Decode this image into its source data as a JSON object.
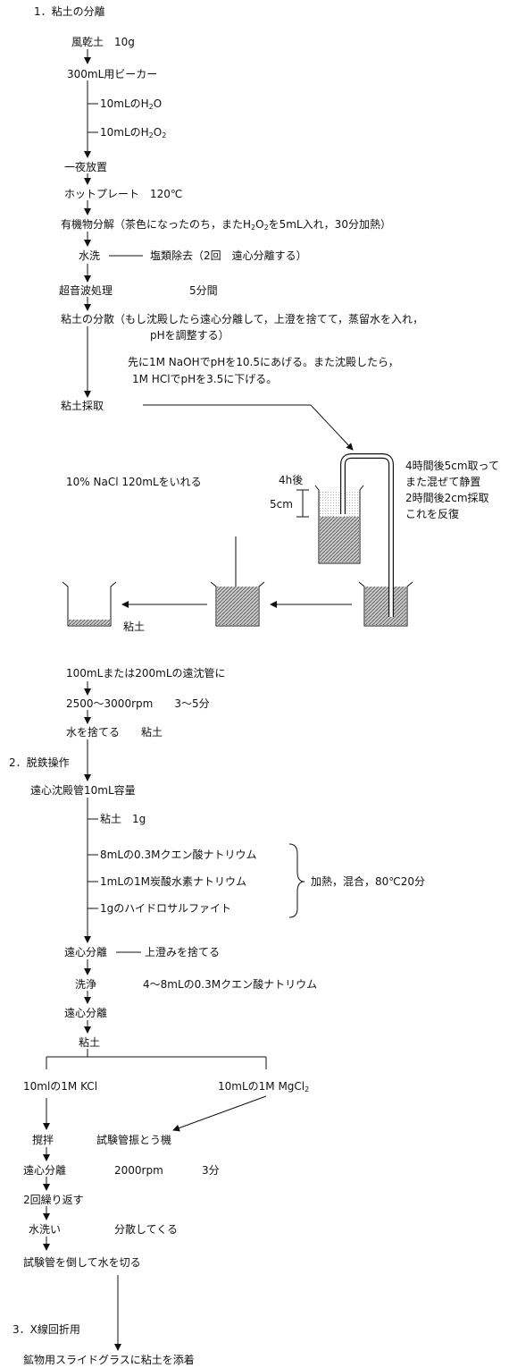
{
  "sections": {
    "s1": "1．粘土の分離",
    "s2": "2．脱鉄操作",
    "s3": "3．X線回折用"
  },
  "step1": {
    "sample": "風乾土　10g",
    "beaker": "300mL用ビーカー",
    "add_h2o_pre": "10mLのH",
    "add_h2o_sub": "2",
    "add_h2o_post": "O",
    "add_h2o2_pre": "10mLのH",
    "add_h2o2_sub1": "2",
    "add_h2o2_mid": "O",
    "add_h2o2_sub2": "2",
    "overnight": "一夜放置",
    "hotplate": "ホットプレート　120℃",
    "organic_pre": "有機物分解（茶色になったのち，またH",
    "organic_sub1": "2",
    "organic_mid": "O",
    "organic_sub2": "2",
    "organic_post": "を5mL入れ，30分加熱）",
    "wash": "水洗",
    "desalt": "塩類除去（2回　遠心分離する）",
    "ultrasonic": "超音波処理",
    "ultrasonic_time": "5分間",
    "disperse": "粘土の分散（もし沈殿したら遠心分離して，上澄を捨てて，蒸留水を入れ，",
    "disperse_2": "pHを調整する）",
    "naoh_note": "先に1M NaOHでpHを10.5にあげる。また沈殿したら，",
    "hcl_note": "1M HClでpHを3.5に下げる。",
    "collect": "粘土採取",
    "nacl": "10% NaCl 120mLをいれる",
    "after4h": "4h後",
    "depth5cm": "5cm",
    "note1": "4時間後5cm取って",
    "note2": "また混ぜて静置",
    "note3": "2時間後2cm採取",
    "note4": "これを反復",
    "clay_label": "粘土",
    "tube": "100mLまたは200mLの遠沈管に",
    "rpm": "2500〜3000rpm　　3〜5分",
    "discard": "水を捨てる　　粘土"
  },
  "step2": {
    "tube": "遠心沈殿管10mL容量",
    "clay": "粘土　1g",
    "citrate": "8mLの0.3Mクエン酸ナトリウム",
    "bicarb": "1mLの1M炭酸水素ナトリウム",
    "hydro": "1gのハイドロサルファイト",
    "heat": "加熱，混合，80℃20分",
    "centrifuge": "遠心分離",
    "discard_super": "上澄みを捨てる",
    "wash": "洗浄",
    "wash_detail": "4〜8mLの0.3Mクエン酸ナトリウム",
    "centrifuge2": "遠心分離",
    "clay2": "粘土",
    "kcl": "10mlの1M KCl",
    "mgcl_pre": "10mLの1M MgCl",
    "mgcl_sub": "2",
    "stir": "撹拌",
    "shaker": "試験管振とう機",
    "centrifuge3": "遠心分離",
    "rpm": "2000rpm",
    "time": "3分",
    "repeat": "2回繰り返す",
    "washwater": "水洗い",
    "disperses": "分散してくる",
    "drain": "試験管を倒して水を切る"
  },
  "step3": {
    "mount": "鉱物用スライドグラスに粘土を添着"
  }
}
